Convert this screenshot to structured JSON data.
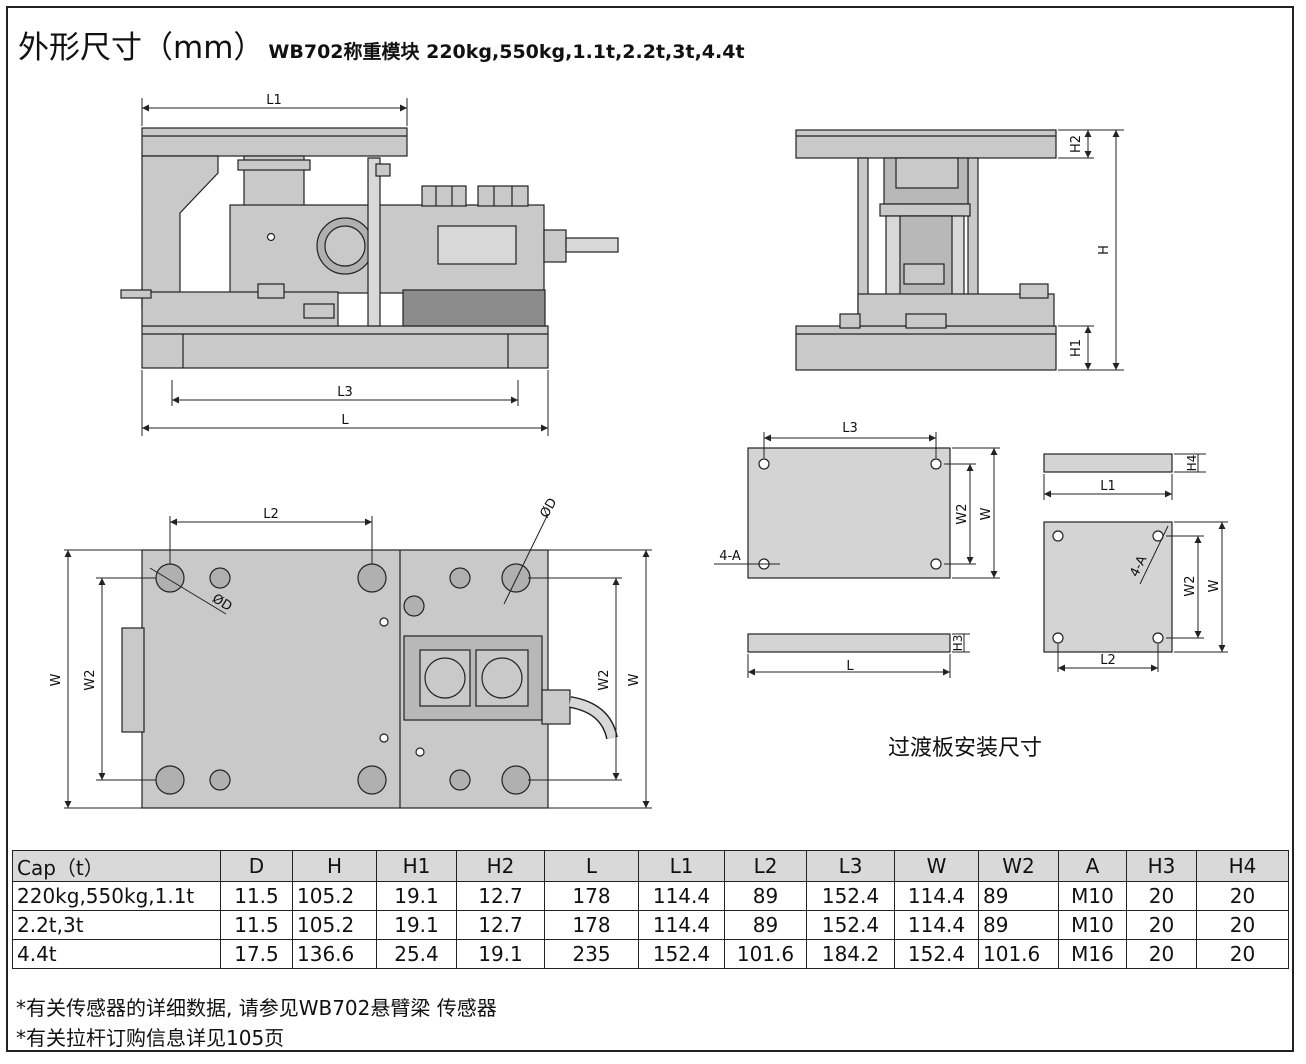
{
  "title": {
    "main": "外形尺寸（mm）",
    "sub": "WB702称重模块 220kg,550kg,1.1t,2.2t,3t,4.4t"
  },
  "labels": {
    "L1": "L1",
    "L2": "L2",
    "L3": "L3",
    "L": "L",
    "W": "W",
    "W2": "W2",
    "H": "H",
    "H1": "H1",
    "H2": "H2",
    "H3": "H3",
    "H4": "H4",
    "D": "ØD",
    "A": "4-A"
  },
  "caption": "过渡板安装尺寸",
  "table": {
    "headers": [
      "Cap（t）",
      "D",
      "H",
      "H1",
      "H2",
      "L",
      "L1",
      "L2",
      "L3",
      "W",
      "W2",
      "A",
      "H3",
      "H4"
    ],
    "rows": [
      [
        "220kg,550kg,1.1t",
        "11.5",
        "105.2",
        "19.1",
        "12.7",
        "178",
        "114.4",
        "89",
        "152.4",
        "114.4",
        "89",
        "M10",
        "20",
        "20"
      ],
      [
        "2.2t,3t",
        "11.5",
        "105.2",
        "19.1",
        "12.7",
        "178",
        "114.4",
        "89",
        "152.4",
        "114.4",
        "89",
        "M10",
        "20",
        "20"
      ],
      [
        "4.4t",
        "17.5",
        "136.6",
        "25.4",
        "19.1",
        "235",
        "152.4",
        "101.6",
        "184.2",
        "152.4",
        "101.6",
        "M16",
        "20",
        "20"
      ]
    ]
  },
  "notes": [
    "*有关传感器的详细数据, 请参见WB702悬臂梁 传感器",
    "*有关拉杆订购信息详见105页"
  ],
  "colors": {
    "fill": "#c9c9c9",
    "dark_fill": "#8c8c8c",
    "line": "#222222",
    "header": "#d9d9d9"
  }
}
